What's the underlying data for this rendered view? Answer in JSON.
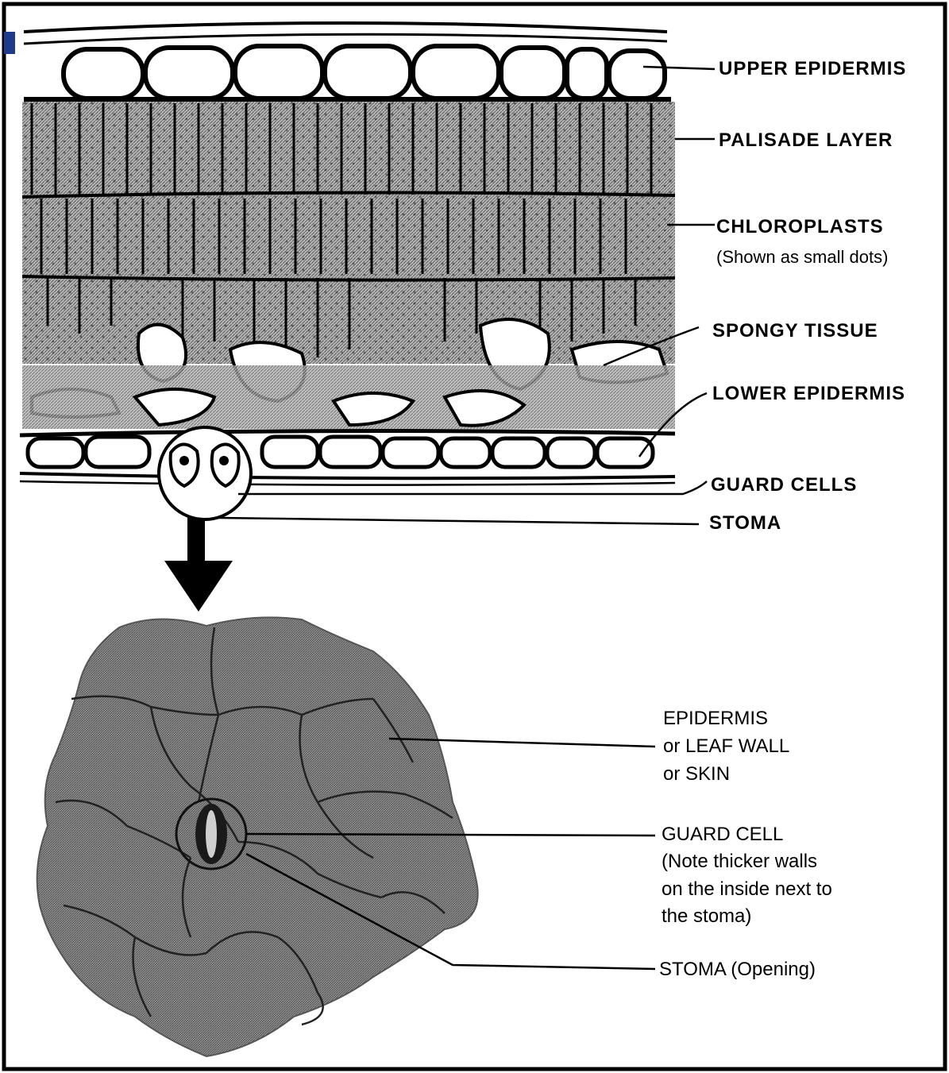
{
  "top_labels": {
    "upper_epidermis": "UPPER EPIDERMIS",
    "palisade_layer": "PALISADE LAYER",
    "chloroplasts": "CHLOROPLASTS",
    "chloroplasts_note": "(Shown as small dots)",
    "spongy_tissue": "SPONGY TISSUE",
    "lower_epidermis": "LOWER EPIDERMIS",
    "guard_cells": "GUARD CELLS",
    "stoma": "STOMA"
  },
  "bottom_labels": {
    "epidermis_line1": "EPIDERMIS",
    "epidermis_line2": "or LEAF WALL",
    "epidermis_line3": "or SKIN",
    "guard_cell_line1": "GUARD CELL",
    "guard_cell_line2": "(Note thicker walls",
    "guard_cell_line3": "on the inside next to",
    "guard_cell_line4": "the stoma)",
    "stoma_opening": "STOMA (Opening)"
  },
  "colors": {
    "tissue_gray": "#9a9a9a",
    "ink": "#000000",
    "background": "#ffffff",
    "frame_accent": "#1f3a8a"
  }
}
